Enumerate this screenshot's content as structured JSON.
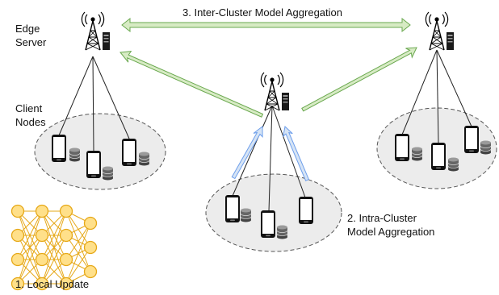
{
  "labels": {
    "edge_server": [
      "Edge",
      "Server"
    ],
    "client_nodes": [
      "Client",
      "Nodes"
    ],
    "inter_cluster": "3. Inter-Cluster Model Aggregation",
    "intra_cluster": [
      "2. Intra-Cluster",
      "Model Aggregation"
    ],
    "local_update": "1. Local Update"
  },
  "colors": {
    "inter_arrow_fill": "#d7ebc4",
    "inter_arrow_stroke": "#6aa84f",
    "intra_arrow_fill": "#d6e4f5",
    "intra_arrow_stroke": "#6d9eeb",
    "cluster_fill": "#ececec",
    "cluster_stroke": "#555555",
    "neuron_fill": "#ffe08a",
    "neuron_stroke": "#e6a817",
    "edge_color": "#e6a817"
  },
  "icons": {
    "tower": "radio-tower-icon",
    "server": "server-icon",
    "phone": "smartphone-icon",
    "database": "database-icon"
  },
  "network": {
    "layer_sizes": [
      4,
      4,
      4,
      3
    ]
  }
}
